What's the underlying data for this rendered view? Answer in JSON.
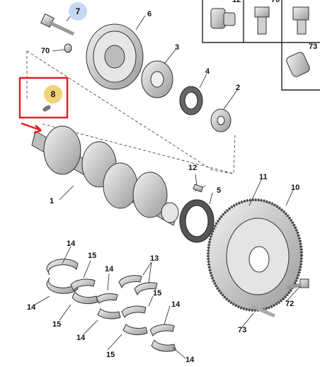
{
  "labels": {
    "l1": "1",
    "l2": "2",
    "l3": "3",
    "l4": "4",
    "l5": "5",
    "l6": "6",
    "l10": "10",
    "l11": "11",
    "l12": "12",
    "l13": "13",
    "l14": "14",
    "l15": "15",
    "l70": "70",
    "l72": "72",
    "l73": "73"
  },
  "bubbles": {
    "b7": "7",
    "b8": "8"
  },
  "inset": {
    "cell_a": "12",
    "cell_b": "70",
    "cell_c": "73"
  },
  "colors": {
    "bubble_7": "#c9d7f2",
    "bubble_8": "#f2d27a",
    "highlight": "#e02020",
    "part_fill": "#d9d9d9",
    "part_dark": "#8a8a8a",
    "line": "#222222"
  }
}
